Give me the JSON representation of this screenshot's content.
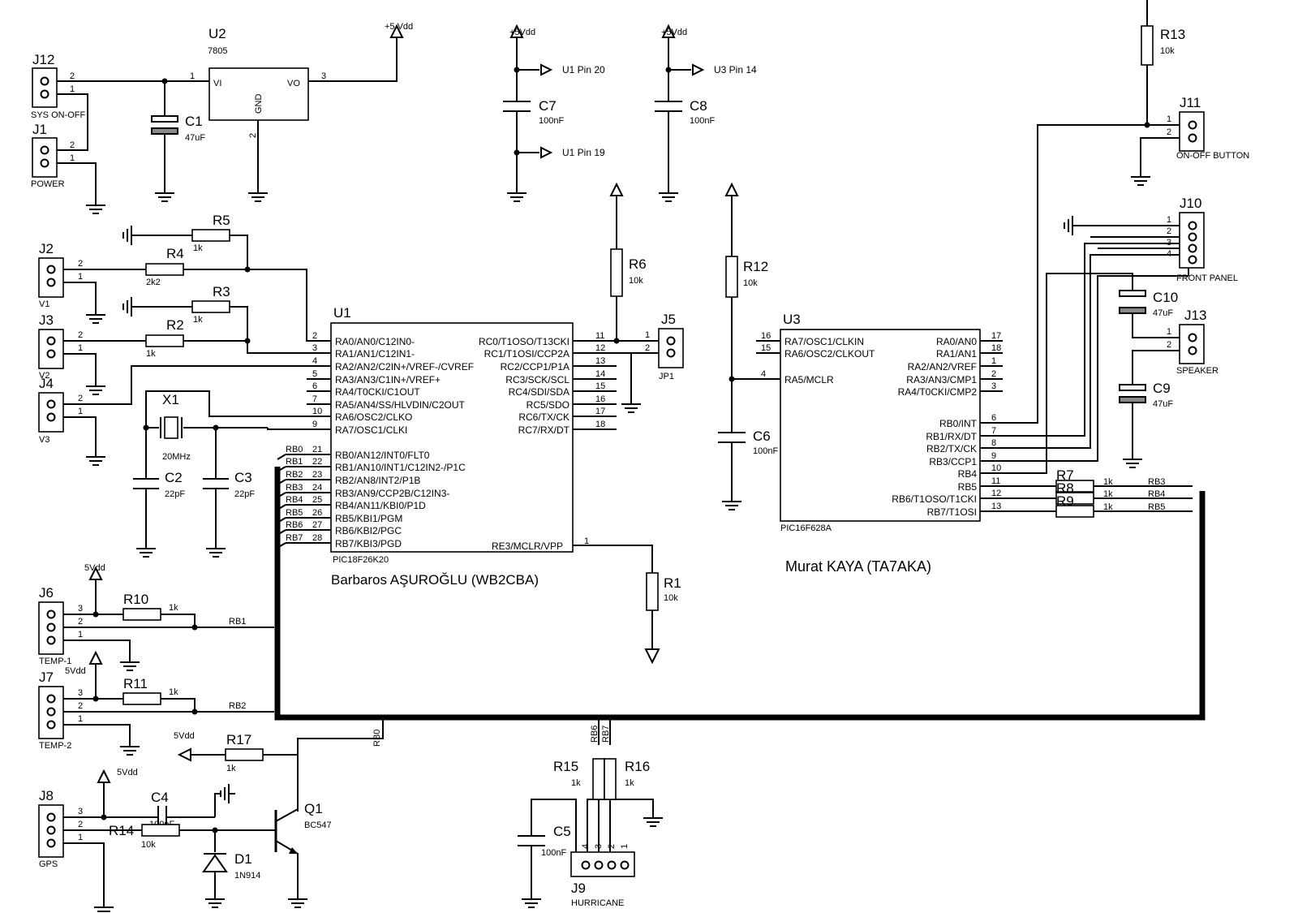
{
  "u2": {
    "ref": "U2",
    "part": "7805",
    "vi": "VI",
    "vo": "VO",
    "gnd": "GND",
    "p1": "1",
    "p2": "2",
    "p3": "3"
  },
  "supply_5vdd_u2": "+5 Vdd",
  "supply_5vdd_a": "+5Vdd",
  "supply_5vdd_b": "+5Vdd",
  "u1pin20": "U1 Pin 20",
  "u1pin19": "U1 Pin 19",
  "u3pin14": "U3 Pin 14",
  "c7": {
    "ref": "C7",
    "val": "100nF"
  },
  "c8": {
    "ref": "C8",
    "val": "100nF"
  },
  "c1": {
    "ref": "C1",
    "val": "47uF"
  },
  "j12": {
    "ref": "J12",
    "label": "SYS ON-OFF",
    "p1": "1",
    "p2": "2"
  },
  "j1": {
    "ref": "J1",
    "label": "POWER",
    "p1": "1",
    "p2": "2"
  },
  "r5": {
    "ref": "R5",
    "val": "1k"
  },
  "r4": {
    "ref": "R4",
    "val": "2k2"
  },
  "r3": {
    "ref": "R3",
    "val": "1k"
  },
  "r2": {
    "ref": "R2",
    "val": "1k"
  },
  "j2": {
    "ref": "J2",
    "label": "V1",
    "p1": "1",
    "p2": "2"
  },
  "j3": {
    "ref": "J3",
    "label": "V2",
    "p1": "1",
    "p2": "2"
  },
  "j4": {
    "ref": "J4",
    "label": "V3",
    "p1": "1",
    "p2": "2"
  },
  "x1": {
    "ref": "X1",
    "val": "20MHz"
  },
  "c2": {
    "ref": "C2",
    "val": "22pF"
  },
  "c3": {
    "ref": "C3",
    "val": "22pF"
  },
  "r6": {
    "ref": "R6",
    "val": "10k"
  },
  "j5": {
    "ref": "J5",
    "label": "JP1",
    "p1": "1",
    "p2": "2"
  },
  "r12": {
    "ref": "R12",
    "val": "10k"
  },
  "c6": {
    "ref": "C6",
    "val": "100nF"
  },
  "r13": {
    "ref": "R13",
    "val": "10k"
  },
  "j11": {
    "ref": "J11",
    "label": "ON-OFF BUTTON",
    "p1": "1",
    "p2": "2"
  },
  "j10": {
    "ref": "J10",
    "label": "FRONT PANEL",
    "pins": [
      "1",
      "2",
      "3",
      "4"
    ]
  },
  "c10": {
    "ref": "C10",
    "val": "47uF"
  },
  "j13": {
    "ref": "J13",
    "label": "SPEAKER",
    "p1": "1",
    "p2": "2"
  },
  "c9": {
    "ref": "C9",
    "val": "47uF"
  },
  "u1": {
    "ref": "U1",
    "part": "PIC18F26K20",
    "left": [
      {
        "num": "2",
        "name": "RA0/AN0/C12IN0-"
      },
      {
        "num": "3",
        "name": "RA1/AN1/C12IN1-"
      },
      {
        "num": "4",
        "name": "RA2/AN2/C2IN+/VREF-/CVREF"
      },
      {
        "num": "5",
        "name": "RA3/AN3/C1IN+/VREF+"
      },
      {
        "num": "6",
        "name": "RA4/T0CKI/C1OUT"
      },
      {
        "num": "7",
        "name": "RA5/AN4/SS/HLVDIN/C2OUT"
      },
      {
        "num": "10",
        "name": "RA6/OSC2/CLKO"
      },
      {
        "num": "9",
        "name": "RA7/OSC1/CLKI"
      },
      {
        "num": "21",
        "name": "RB0/AN12/INT0/FLT0"
      },
      {
        "num": "22",
        "name": "RB1/AN10/INT1/C12IN2-/P1C"
      },
      {
        "num": "23",
        "name": "RB2/AN8/INT2/P1B"
      },
      {
        "num": "24",
        "name": "RB3/AN9/CCP2B/C12IN3-"
      },
      {
        "num": "25",
        "name": "RB4/AN11/KBI0/P1D"
      },
      {
        "num": "26",
        "name": "RB5/KBI1/PGM"
      },
      {
        "num": "27",
        "name": "RB6/KBI2/PGC"
      },
      {
        "num": "28",
        "name": "RB7/KBI3/PGD"
      }
    ],
    "right": [
      {
        "num": "11",
        "name": "RC0/T1OSO/T13CKI"
      },
      {
        "num": "12",
        "name": "RC1/T1OSI/CCP2A"
      },
      {
        "num": "13",
        "name": "RC2/CCP1/P1A"
      },
      {
        "num": "14",
        "name": "RC3/SCK/SCL"
      },
      {
        "num": "15",
        "name": "RC4/SDI/SDA"
      },
      {
        "num": "16",
        "name": "RC5/SDO"
      },
      {
        "num": "17",
        "name": "RC6/TX/CK"
      },
      {
        "num": "18",
        "name": "RC7/RX/DT"
      }
    ],
    "mclr": {
      "num": "1",
      "name": "RE3/MCLR/VPP"
    },
    "bus_labels": [
      "RB0",
      "RB1",
      "RB2",
      "RB3",
      "RB4",
      "RB5",
      "RB6",
      "RB7"
    ]
  },
  "author1": "Barbaros AŞUROĞLU (WB2CBA)",
  "r1": {
    "ref": "R1",
    "val": "10k"
  },
  "u3": {
    "ref": "U3",
    "part": "PIC16F628A",
    "left": [
      {
        "num": "16",
        "name": "RA7/OSC1/CLKIN"
      },
      {
        "num": "15",
        "name": "RA6/OSC2/CLKOUT"
      },
      {
        "num": "4",
        "name": "RA5/MCLR"
      }
    ],
    "right": [
      {
        "num": "17",
        "name": "RA0/AN0"
      },
      {
        "num": "18",
        "name": "RA1/AN1"
      },
      {
        "num": "1",
        "name": "RA2/AN2/VREF"
      },
      {
        "num": "2",
        "name": "RA3/AN3/CMP1"
      },
      {
        "num": "3",
        "name": "RA4/T0CKI/CMP2"
      },
      {
        "num": "6",
        "name": "RB0/INT"
      },
      {
        "num": "7",
        "name": "RB1/RX/DT"
      },
      {
        "num": "8",
        "name": "RB2/TX/CK"
      },
      {
        "num": "9",
        "name": "RB3/CCP1"
      },
      {
        "num": "10",
        "name": "RB4"
      },
      {
        "num": "11",
        "name": "RB5"
      },
      {
        "num": "12",
        "name": "RB6/T1OSO/T1CKI"
      },
      {
        "num": "13",
        "name": "RB7/T1OSI"
      }
    ]
  },
  "author2": "Murat KAYA (TA7AKA)",
  "r7": {
    "ref": "R7",
    "val": "1k",
    "net": "RB3"
  },
  "r8": {
    "ref": "R8",
    "val": "1k",
    "net": "RB4"
  },
  "r9": {
    "ref": "R9",
    "val": "1k",
    "net": "RB5"
  },
  "j6": {
    "ref": "J6",
    "label": "TEMP-1",
    "pins": [
      "3",
      "2",
      "1"
    ],
    "supply": "5Vdd",
    "net": "RB1"
  },
  "r10": {
    "ref": "R10",
    "val": "1k"
  },
  "j7": {
    "ref": "J7",
    "label": "TEMP-2",
    "pins": [
      "3",
      "2",
      "1"
    ],
    "supply": "5Vdd",
    "net": "RB2"
  },
  "r11": {
    "ref": "R11",
    "val": "1k"
  },
  "net_rb0": "RB0",
  "r17": {
    "ref": "R17",
    "val": "1k",
    "supply": "5Vdd"
  },
  "c4": {
    "ref": "C4",
    "val": "100nF",
    "supply": "5Vdd"
  },
  "j8": {
    "ref": "J8",
    "label": "GPS",
    "pins": [
      "3",
      "2",
      "1"
    ]
  },
  "r14": {
    "ref": "R14",
    "val": "10k"
  },
  "d1": {
    "ref": "D1",
    "val": "1N914"
  },
  "q1": {
    "ref": "Q1",
    "val": "BC547"
  },
  "r15": {
    "ref": "R15",
    "val": "1k"
  },
  "r16": {
    "ref": "R16",
    "val": "1k"
  },
  "net_rb6": "RB6",
  "net_rb7": "RB7",
  "c5": {
    "ref": "C5",
    "val": "100nF"
  },
  "j9": {
    "ref": "J9",
    "label": "HURRICANE",
    "pins": [
      "4",
      "3",
      "2",
      "1"
    ]
  }
}
